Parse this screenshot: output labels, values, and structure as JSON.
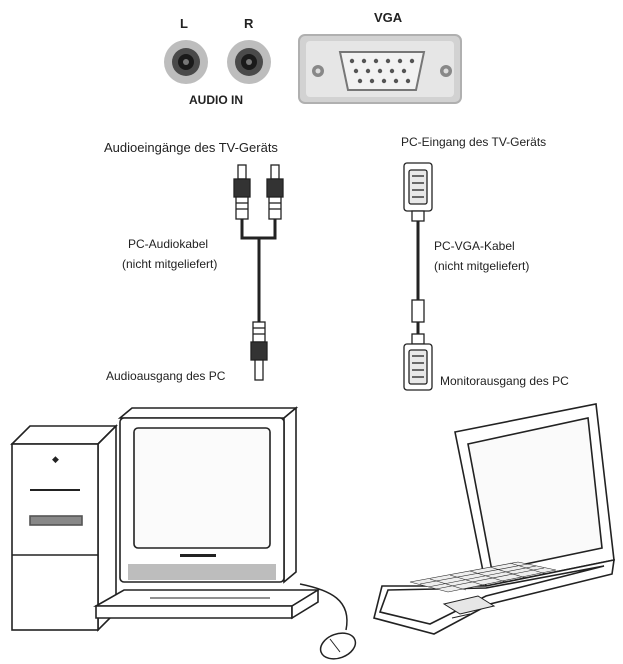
{
  "panel": {
    "audio_left_label": "L",
    "audio_right_label": "R",
    "audio_in_label": "AUDIO IN",
    "vga_label": "VGA"
  },
  "labels": {
    "tv_audio_inputs": "Audioeingänge des TV-Geräts",
    "pc_audio_cable": "PC-Audiokabel",
    "pc_audio_cable_note": "(nicht mitgeliefert)",
    "pc_audio_output": "Audioausgang des PC",
    "tv_pc_input": "PC-Eingang des TV-Geräts",
    "pc_vga_cable": "PC-VGA-Kabel",
    "pc_vga_cable_note": "(nicht mitgeliefert)",
    "pc_monitor_output": "Monitorausgang des PC"
  },
  "colors": {
    "line": "#222222",
    "panel_grey": "#c8c8c8",
    "jack_ring": "#9a9a9a"
  }
}
